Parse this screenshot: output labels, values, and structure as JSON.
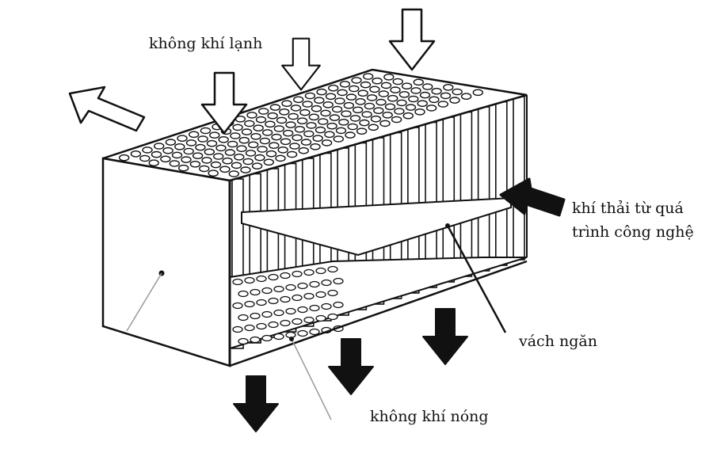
{
  "diagram": {
    "labels": {
      "cold_air": "không khí lạnh",
      "exhaust_line1": "khí thải từ quá",
      "exhaust_line2": "trình công nghệ",
      "baffle": "vách ngăn",
      "hot_air": "không khí nóng"
    },
    "colors": {
      "ink": "#111111",
      "paper": "#ffffff",
      "arrow_fill": "#111111"
    }
  }
}
